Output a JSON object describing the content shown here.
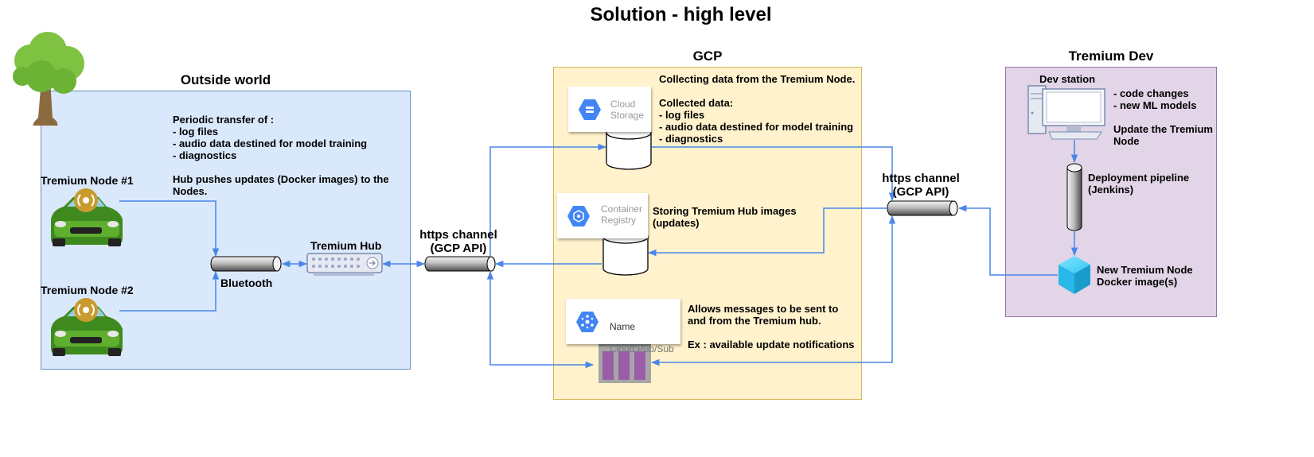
{
  "title": "Solution - high level",
  "outside": {
    "title": "Outside world",
    "note": "Periodic transfer of :\n- log files\n- audio data destined for model training\n- diagnostics\n\nHub pushes updates (Docker images) to the\nNodes.",
    "node1_label": "Tremium Node #1",
    "node2_label": "Tremium Node #2",
    "bluetooth_label": "Bluetooth",
    "hub_label": "Tremium Hub"
  },
  "channel_left": {
    "label": "https channel\n(GCP API)"
  },
  "gcp": {
    "title": "GCP",
    "storage_card": "Cloud\nStorage",
    "storage_note": "Collecting data from the Tremium Node.\n\nCollected data:\n- log files\n- audio data destined for model training\n- diagnostics",
    "registry_card": "Container\nRegistry",
    "registry_note": "Storing Tremium Hub images\n(updates)",
    "pubsub_name": "Name",
    "pubsub_card": "Cloud Pub/Sub",
    "pubsub_note": "Allows messages to be sent to\nand from the Tremium hub.\n\nEx : available update notifications"
  },
  "channel_right": {
    "label": "https channel\n(GCP API)"
  },
  "dev": {
    "title": "Tremium Dev",
    "station_label": "Dev station",
    "station_note": "- code changes\n- new ML models\n\nUpdate the Tremium\nNode",
    "pipeline_label": "Deployment pipeline\n(Jenkins)",
    "docker_label": "New Tremium Node\nDocker image(s)"
  },
  "colors": {
    "arrow": "#4a86e8",
    "outside_fill": "#dae8fc",
    "outside_stroke": "#6c8ebf",
    "gcp_fill": "#fff2cc",
    "gcp_stroke": "#d6b656",
    "dev_fill": "#e1d5e7",
    "dev_stroke": "#9673a6"
  }
}
